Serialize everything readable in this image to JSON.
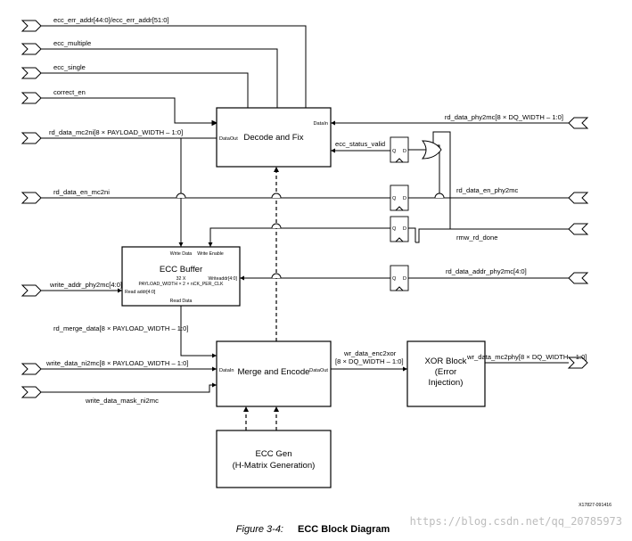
{
  "blocks": {
    "decode": {
      "title": "Decode and Fix",
      "pin_datain": "DataIn",
      "pin_dataout": "DataOut"
    },
    "ecc_buffer": {
      "title": "ECC Buffer",
      "pin_write_data": "Write Data",
      "pin_write_enable": "Write Enable",
      "depth_line": "32 X",
      "width_line": "PAYLOAD_WIDTH × 2 × nCK_PER_CLK",
      "pin_write_addr": "Writeaddr[4:0]",
      "pin_read_addr": "Read addr[4:0]",
      "pin_read_data": "Read Data"
    },
    "merge": {
      "title": "Merge and Encode",
      "pin_datain": "DataIn",
      "pin_dataout": "DataOut"
    },
    "xor": {
      "line1": "XOR Block",
      "line2": "(Error",
      "line3": "Injection)"
    },
    "ecc_gen": {
      "line1": "ECC Gen",
      "line2": "(H-Matrix Generation)"
    }
  },
  "signals": {
    "ecc_err_addr": "ecc_err_addr[44:0]/ecc_err_addr[51:0]",
    "ecc_multiple": "ecc_multiple",
    "ecc_single": "ecc_single",
    "correct_en": "correct_en",
    "rd_data_mc2ni": "rd_data_mc2ni[8 × PAYLOAD_WIDTH – 1:0]",
    "rd_data_phy2mc": "rd_data_phy2mc[8 × DQ_WIDTH – 1:0]",
    "ecc_status_valid": "ecc_status_valid",
    "rd_data_en_mc2ni": "rd_data_en_mc2ni",
    "rd_data_en_phy2mc": "rd_data_en_phy2mc",
    "rmw_rd_done": "rmw_rd_done",
    "rd_data_addr_phy2mc": "rd_data_addr_phy2mc[4:0]",
    "write_addr_phy2mc": "write_addr_phy2mc[4:0]",
    "rd_merge_data": "rd_merge_data[8 × PAYLOAD_WIDTH – 1:0]",
    "write_data_ni2mc": "write_data_ni2mc[8 × PAYLOAD_WIDTH – 1:0]",
    "write_data_mask_ni2mc": "write_data_mask_ni2mc",
    "wr_data_enc2xor_1": "wr_data_enc2xor",
    "wr_data_enc2xor_2": "[8 × DQ_WIDTH – 1:0]",
    "wr_data_mc2phy": "wr_data_mc2phy[8 × DQ_WIDTH – 1:0]"
  },
  "ff_pins": {
    "q": "Q",
    "d": "D"
  },
  "figure_id": "X17827-091416",
  "caption": {
    "number": "Figure 3-4:",
    "title": "ECC Block Diagram"
  },
  "watermark": "https://blog.csdn.net/qq_20785973"
}
